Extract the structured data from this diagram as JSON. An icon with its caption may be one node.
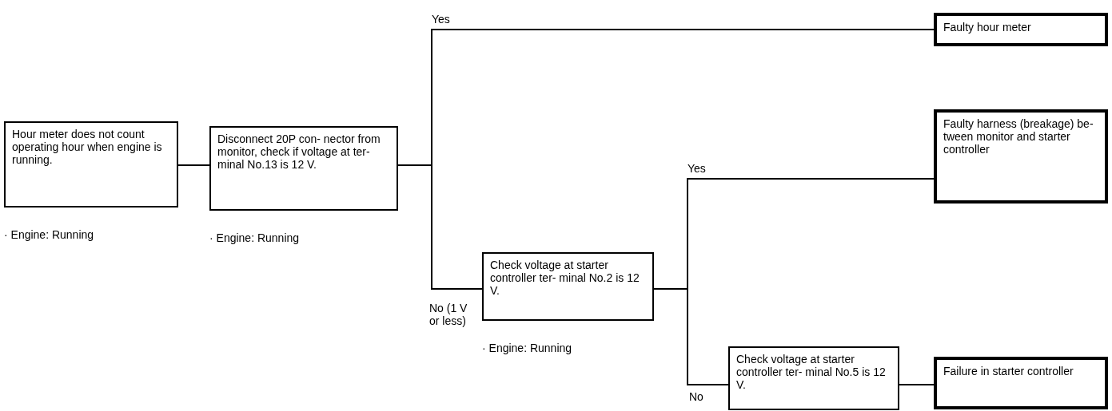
{
  "diagram": {
    "nodes": [
      {
        "text": [
          "Hour meter does not count operating hour when engine is running."
        ],
        "beside": [
          "· Engine: Running"
        ]
      },
      {
        "text": [
          "Disconnect 20P con- nector from monitor, check if voltage at ter- minal No.13 is 12 V."
        ],
        "beside": [
          "· Engine: Running"
        ]
      },
      {
        "text": [
          "Faulty hour meter"
        ]
      },
      {
        "text": [
          "Faulty harness (breakage) be- tween monitor and starter controller"
        ]
      },
      {
        "text": [
          "Check voltage at starter controller ter- minal No.2 is 12 V."
        ],
        "beside": [
          "· Engine: Running"
        ]
      },
      {
        "text": [
          "Check voltage at starter controller ter- minal No.5 is 12 V."
        ]
      },
      {
        "text": [
          "Failure in starter controller"
        ]
      }
    ],
    "edges": [
      {
        "from": 0,
        "to": 1,
        "arrow": "none"
      },
      {
        "from": 1,
        "to": 2,
        "arrow": "none",
        "label": "Yes"
      },
      {
        "from": 1,
        "to": 4,
        "arrow": "none",
        "label": "No (1 V or less)"
      },
      {
        "from": 4,
        "to": 3,
        "arrow": "none",
        "label": "Yes"
      },
      {
        "from": 4,
        "to": 5,
        "arrow": "none",
        "label": "No"
      },
      {
        "from": 5,
        "to": 6,
        "arrow": "none"
      }
    ]
  }
}
